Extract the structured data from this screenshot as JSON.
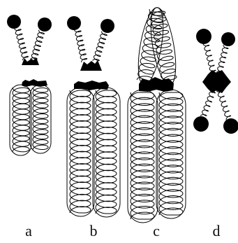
{
  "colors": {
    "ink": "#000000",
    "paper": "#ffffff"
  },
  "figure": {
    "panels": [
      {
        "label": "a"
      },
      {
        "label": "b"
      },
      {
        "label": "c"
      },
      {
        "label": "d"
      }
    ]
  }
}
